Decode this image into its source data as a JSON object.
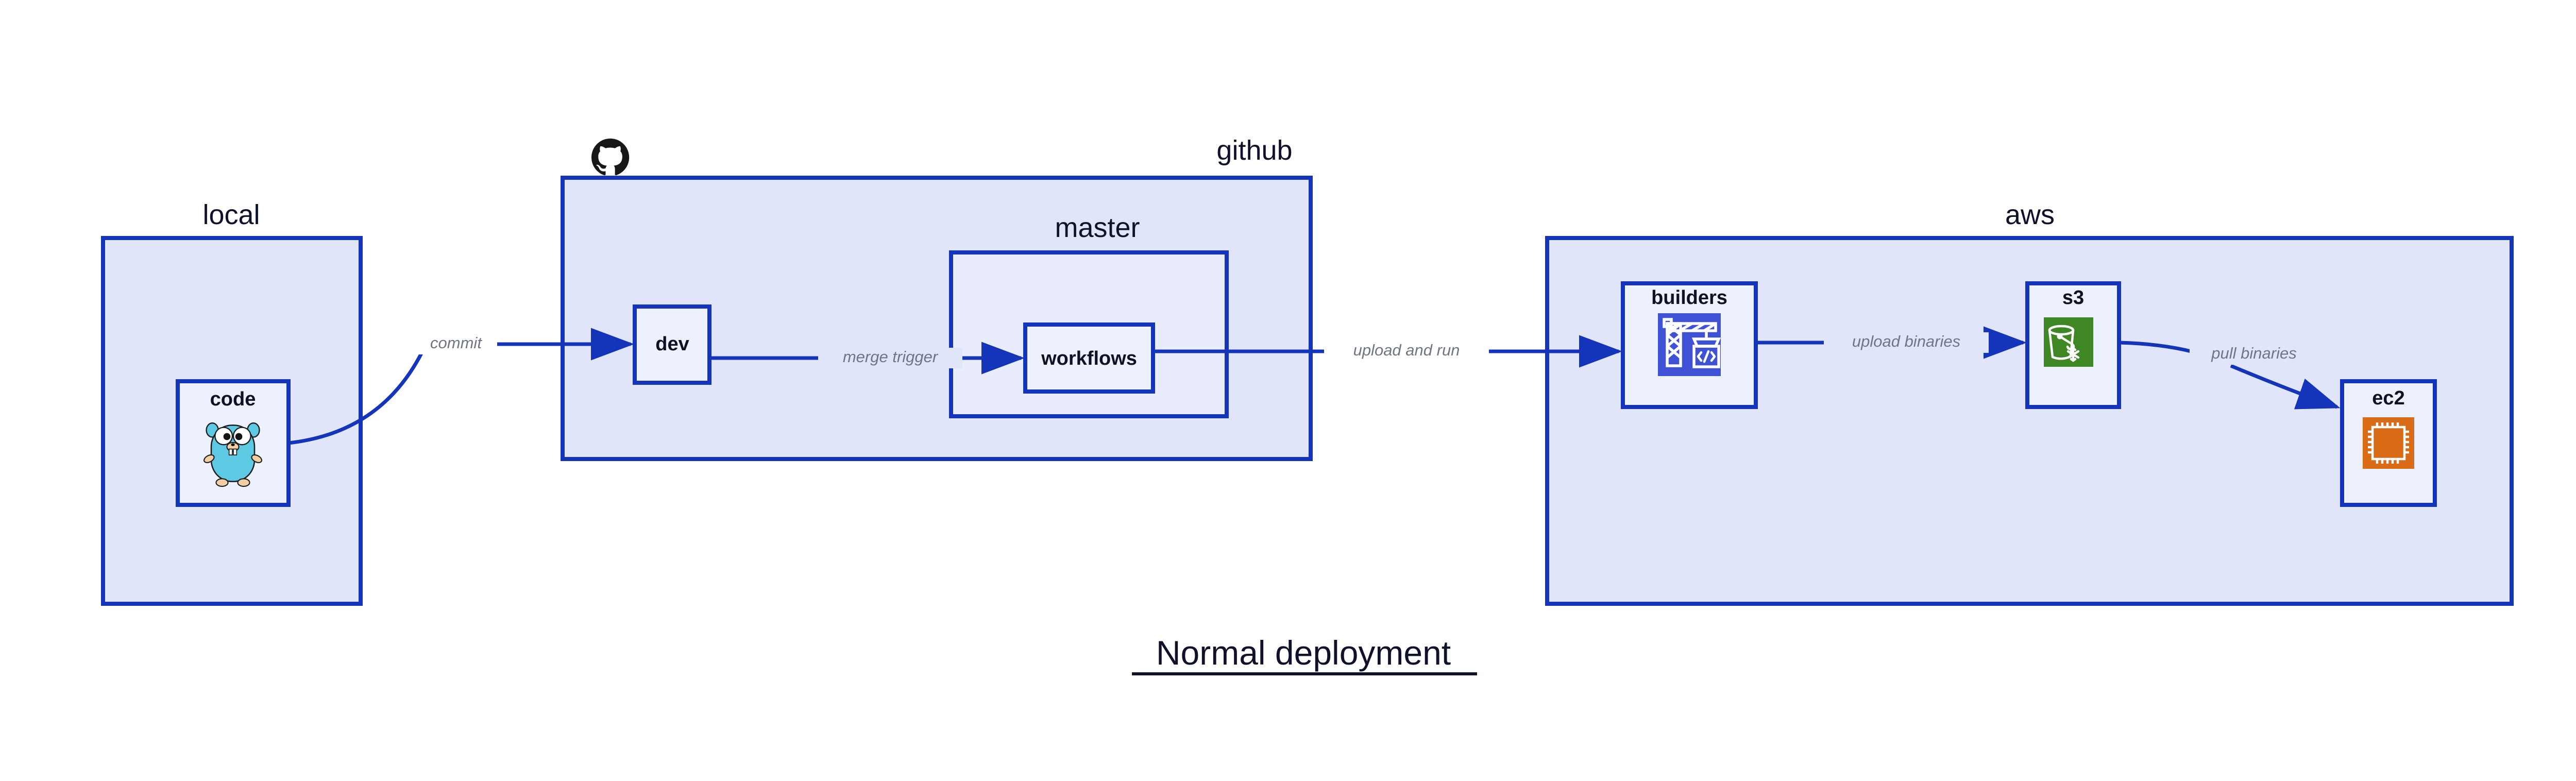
{
  "title": "Normal deployment",
  "colors": {
    "edge": "#1434ba",
    "container_fill": "#e0e5fa",
    "subcontainer_fill": "#e8ecfb",
    "node_fill": "#edf1fd",
    "border": "#1434ba",
    "label_text": "#10122a",
    "node_text": "#0f1124",
    "edge_label_text": "#707585",
    "background": "#ffffff",
    "builders_icon_bg": "#3f51d4",
    "s3_icon_bg": "#3f8624",
    "ec2_icon_bg": "#d96b16",
    "github_logo": "#181717",
    "gopher_body": "#5dc9e2",
    "gopher_limb": "#f2d0a4"
  },
  "groups": [
    {
      "id": "local",
      "label": "local",
      "nodes": [
        {
          "id": "code",
          "label": "code",
          "icon": "go-gopher-icon"
        }
      ]
    },
    {
      "id": "github",
      "label": "github",
      "icon": "github-octocat-logo",
      "nodes": [
        {
          "id": "dev",
          "label": "dev",
          "icon": null
        }
      ],
      "subgroups": [
        {
          "id": "master",
          "label": "master",
          "nodes": [
            {
              "id": "workflows",
              "label": "workflows",
              "icon": null
            }
          ]
        }
      ]
    },
    {
      "id": "aws",
      "label": "aws",
      "nodes": [
        {
          "id": "builders",
          "label": "builders",
          "icon": "aws-builders-crane-icon"
        },
        {
          "id": "s3",
          "label": "s3",
          "icon": "aws-s3-glacier-bucket-icon"
        },
        {
          "id": "ec2",
          "label": "ec2",
          "icon": "aws-ec2-chip-icon"
        }
      ]
    }
  ],
  "edges": [
    {
      "id": "commit",
      "label": "commit",
      "from": "code",
      "to": "dev"
    },
    {
      "id": "merge-trigger",
      "label": "merge trigger",
      "from": "dev",
      "to": "workflows"
    },
    {
      "id": "upload-and-run",
      "label": "upload and run",
      "from": "workflows",
      "to": "builders"
    },
    {
      "id": "upload-binaries",
      "label": "upload binaries",
      "from": "builders",
      "to": "s3"
    },
    {
      "id": "pull-binaries",
      "label": "pull binaries",
      "from": "s3",
      "to": "ec2"
    }
  ]
}
